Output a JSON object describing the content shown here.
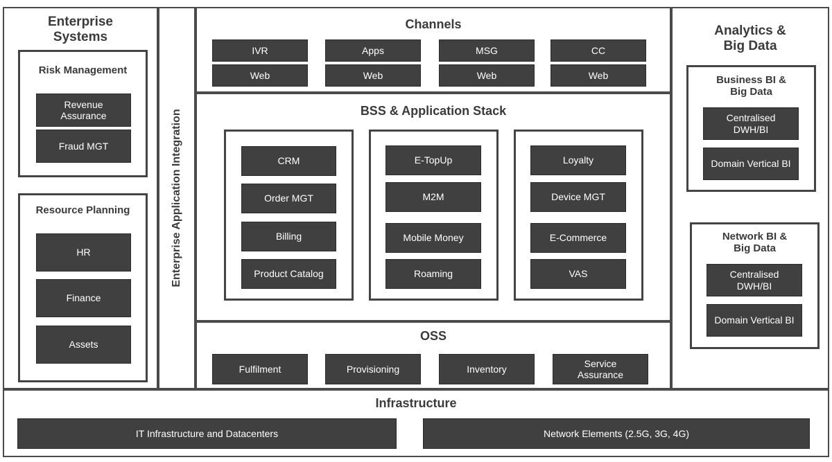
{
  "enterprise": {
    "title": "Enterprise Systems",
    "risk": {
      "title": "Risk Management",
      "items": [
        "Revenue Assurance",
        "Fraud MGT"
      ]
    },
    "resource": {
      "title": "Resource Planning",
      "items": [
        "HR",
        "Finance",
        "Assets"
      ]
    }
  },
  "integration": {
    "title": "Enterprise Application Integration"
  },
  "channels": {
    "title": "Channels",
    "items": [
      "IVR",
      "Apps",
      "MSG",
      "CC",
      "Web",
      "Web",
      "Web",
      "Web"
    ]
  },
  "bss": {
    "title": "BSS & Application Stack",
    "col1": [
      "CRM",
      "Order MGT",
      "Billing",
      "Product Catalog"
    ],
    "col2": [
      "E-TopUp",
      "M2M",
      "Mobile Money",
      "Roaming"
    ],
    "col3": [
      "Loyalty",
      "Device MGT",
      "E-Commerce",
      "VAS"
    ]
  },
  "oss": {
    "title": "OSS",
    "items": [
      "Fulfilment",
      "Provisioning",
      "Inventory",
      "Service Assurance"
    ]
  },
  "analytics": {
    "title": "Analytics & Big Data",
    "business": {
      "title": "Business BI & Big Data",
      "items": [
        "Centralised DWH/BI",
        "Domain Vertical BI"
      ]
    },
    "network": {
      "title": "Network BI & Big Data",
      "items": [
        "Centralised DWH/BI",
        "Domain Vertical BI"
      ]
    }
  },
  "infrastructure": {
    "title": "Infrastructure",
    "items": [
      "IT Infrastructure and Datacenters",
      "Network Elements (2.5G, 3G, 4G)"
    ]
  }
}
